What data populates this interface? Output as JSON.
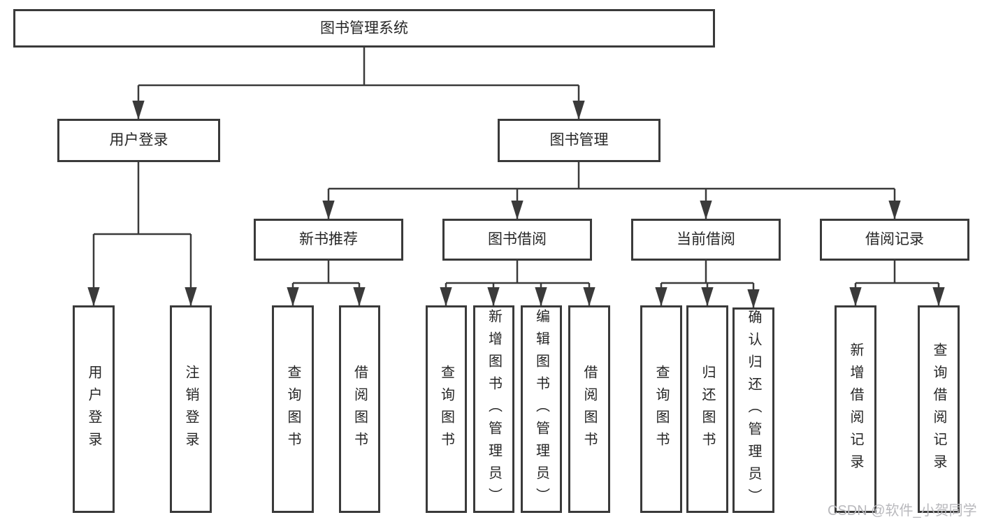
{
  "diagram": {
    "type": "hierarchy-flowchart",
    "title": "图书管理系统",
    "nodes": {
      "root": "图书管理系统",
      "user_login": "用户登录",
      "book_mgmt": "图书管理",
      "new_book_rec": "新书推荐",
      "book_borrow": "图书借阅",
      "current_borrow": "当前借阅",
      "borrow_records": "借阅记录",
      "ul_login": "用户登录",
      "ul_logout": "注销登录",
      "nb_query": "查询图书",
      "nb_borrow": "借阅图书",
      "bb_query": "查询图书",
      "bb_add": "新增图书（管理员）",
      "bb_edit": "编辑图书（管理员）",
      "bb_borrow": "借阅图书",
      "cb_query": "查询图书",
      "cb_return": "归还图书",
      "cb_confirm": "确认归还（管理员）",
      "br_add": "新增借阅记录",
      "br_query": "查询借阅记录"
    },
    "hierarchy": {
      "图书管理系统": {
        "用户登录": [
          "用户登录",
          "注销登录"
        ],
        "图书管理": {
          "新书推荐": [
            "查询图书",
            "借阅图书"
          ],
          "图书借阅": [
            "查询图书",
            "新增图书（管理员）",
            "编辑图书（管理员）",
            "借阅图书"
          ],
          "当前借阅": [
            "查询图书",
            "归还图书",
            "确认归还（管理员）"
          ],
          "借阅记录": [
            "新增借阅记录",
            "查询借阅记录"
          ]
        }
      }
    },
    "watermark": "CSDN @软件_小贺同学",
    "colors": {
      "line": "#3a3a3a",
      "box_border": "#3a3a3a",
      "box_fill": "#ffffff",
      "text": "#262626",
      "watermark": "#b9b9bd",
      "background": "#ffffff"
    }
  }
}
